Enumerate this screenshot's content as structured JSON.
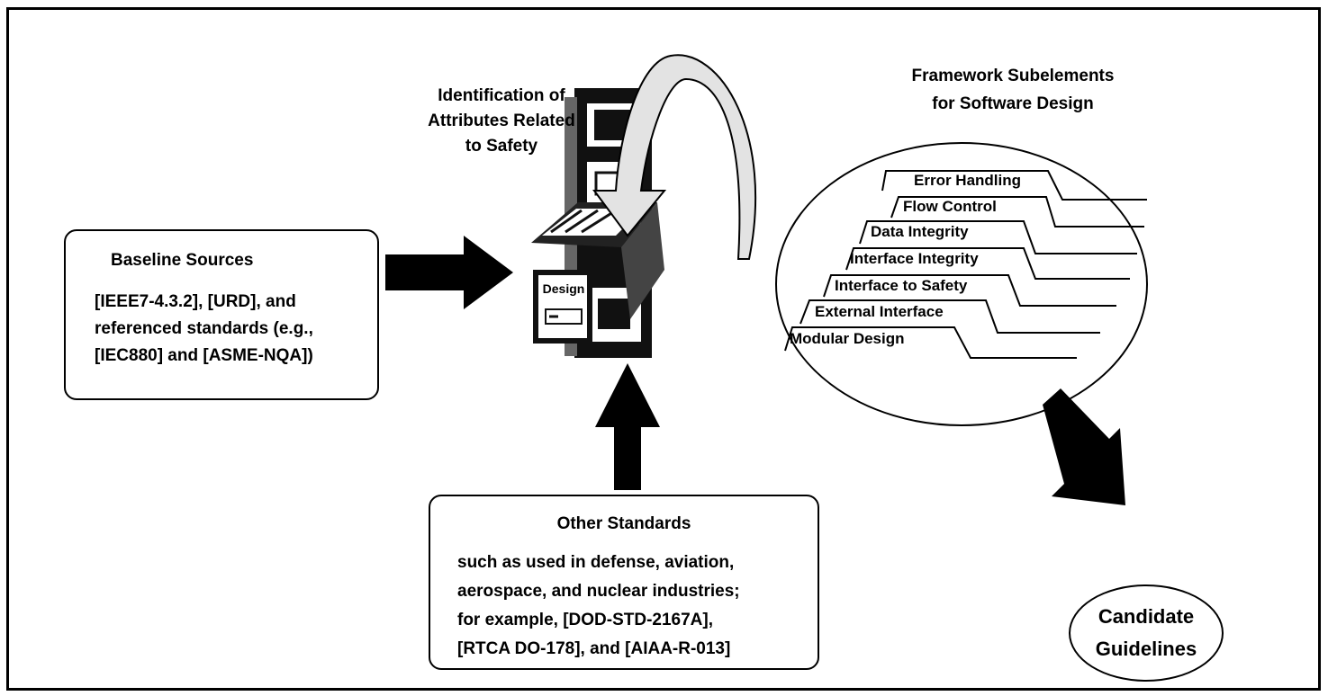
{
  "identification_label": [
    "Identification of",
    "Attributes Related",
    "to Safety"
  ],
  "framework_label": [
    "Framework Subelements",
    "for Software Design"
  ],
  "baseline": {
    "title": "Baseline Sources",
    "body": [
      "[IEEE7-4.3.2], [URD], and",
      "referenced standards (e.g.,",
      "[IEC880] and [ASME-NQA])"
    ]
  },
  "other": {
    "title": "Other Standards",
    "body": [
      "such as used in defense, aviation,",
      "aerospace, and nuclear industries;",
      "for example, [DOD-STD-2167A],",
      "[RTCA DO-178], and [AIAA-R-013]"
    ]
  },
  "cabinet": {
    "drawer_label": "Design"
  },
  "subelements": [
    "Error Handling",
    "Flow Control",
    "Data Integrity",
    "Interface Integrity",
    "Interface to Safety",
    "External Interface",
    "Modular Design"
  ],
  "candidate": [
    "Candidate",
    "Guidelines"
  ]
}
